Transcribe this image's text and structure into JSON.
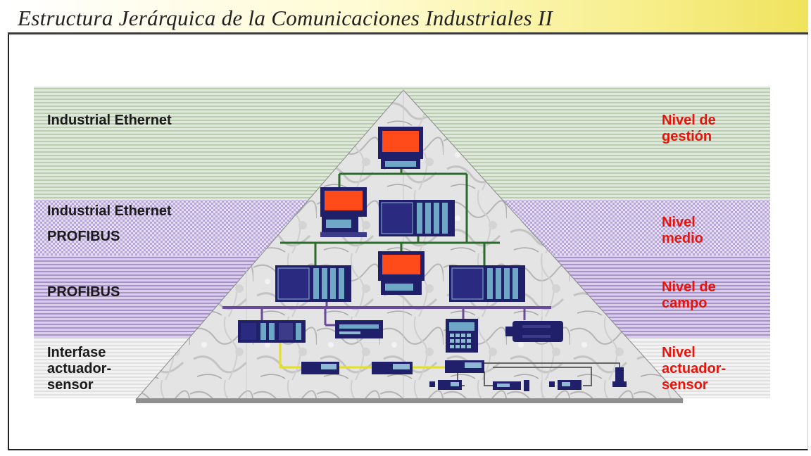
{
  "title": "Estructura Jerárquica de la Comunicaciones Industriales II",
  "bands": [
    {
      "left_label_lines": [
        "Industrial Ethernet"
      ],
      "level_lines": [
        "Nivel de",
        "gestión"
      ]
    },
    {
      "left_label_lines": [
        "Industrial Ethernet",
        "PROFIBUS"
      ],
      "level_lines": [
        "Nivel",
        "medio"
      ]
    },
    {
      "left_label_lines": [
        "PROFIBUS"
      ],
      "level_lines": [
        "Nivel de",
        "campo"
      ]
    },
    {
      "left_label_lines": [
        "Interfase",
        "actuador-",
        "sensor"
      ],
      "level_lines": [
        "Nivel",
        "actuador-",
        "sensor"
      ]
    }
  ],
  "colors": {
    "level_text": "#e8140c",
    "band_gestion": "#c9d8c2",
    "band_medio": "#c8bde2",
    "band_campo": "#bba9d6",
    "band_sensor": "#ececec",
    "device_screen": "#ff4a1a",
    "device_body": "#1f1f6a",
    "device_accent": "#6fa7c6",
    "ethernet_line": "#2d6a2d",
    "profibus_line": "#6a4a9a",
    "asi_line": "#e6e020"
  },
  "icons": [
    "workstation-icon",
    "plc-rack-icon",
    "drive-icon",
    "operator-panel-icon",
    "motor-icon",
    "sensor-module-icon"
  ]
}
